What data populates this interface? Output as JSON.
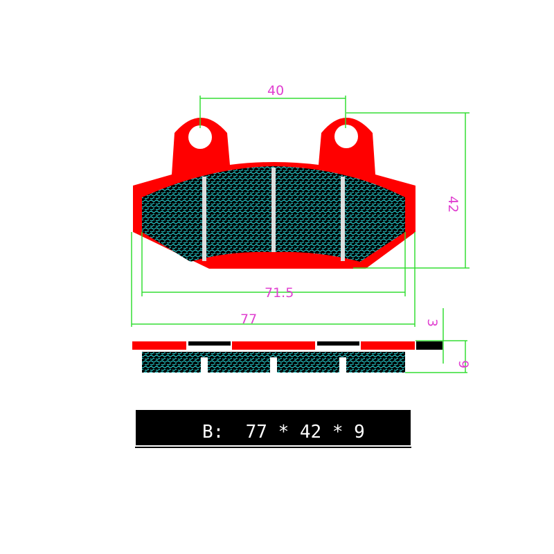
{
  "dimensions": {
    "hole_spacing": "40",
    "height": "42",
    "friction_width": "71.5",
    "overall_width": "77",
    "plate_thickness": "3",
    "total_thickness": "9"
  },
  "spec_label": "B:  77 * 42 * 9",
  "colors": {
    "backing_plate": "#ff0000",
    "friction_material": "#20d0d0",
    "dimension_line": "#33dd33",
    "dimension_text": "#e040d0"
  }
}
